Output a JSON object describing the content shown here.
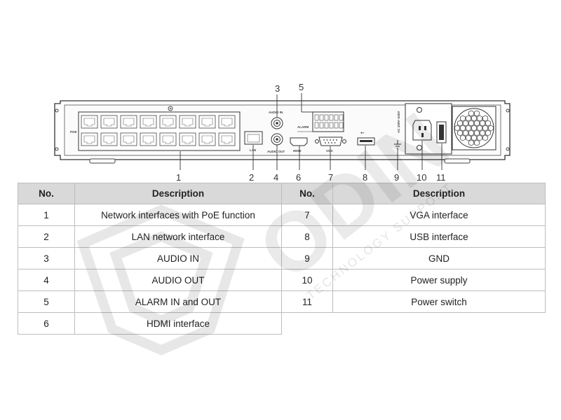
{
  "diagram": {
    "callouts": [
      "1",
      "2",
      "3",
      "4",
      "5",
      "6",
      "7",
      "8",
      "9",
      "10",
      "11"
    ],
    "panel_labels": {
      "poe": "POE",
      "lan": "LAN",
      "audio_in": "AUDIO IN",
      "audio_out": "AUDIO OUT",
      "alarm": "ALARM",
      "hdmi": "HDMI",
      "vga": "VGA",
      "power_rating": "AC 100V–240V"
    }
  },
  "table": {
    "headers": [
      "No.",
      "Description",
      "No.",
      "Description"
    ],
    "rows": [
      {
        "no_left": "1",
        "desc_left": "Network interfaces with PoE function",
        "no_right": "7",
        "desc_right": "VGA interface"
      },
      {
        "no_left": "2",
        "desc_left": "LAN network interface",
        "no_right": "8",
        "desc_right": "USB interface"
      },
      {
        "no_left": "3",
        "desc_left": "AUDIO IN",
        "no_right": "9",
        "desc_right": "GND"
      },
      {
        "no_left": "4",
        "desc_left": "AUDIO OUT",
        "no_right": "10",
        "desc_right": "Power supply"
      },
      {
        "no_left": "5",
        "desc_left": "ALARM IN and OUT",
        "no_right": "11",
        "desc_right": "Power switch"
      },
      {
        "no_left": "6",
        "desc_left": "HDMI interface"
      }
    ]
  },
  "watermark": {
    "brand": "ODIN",
    "tagline": "TECHNOLOGY SUPPORT"
  }
}
